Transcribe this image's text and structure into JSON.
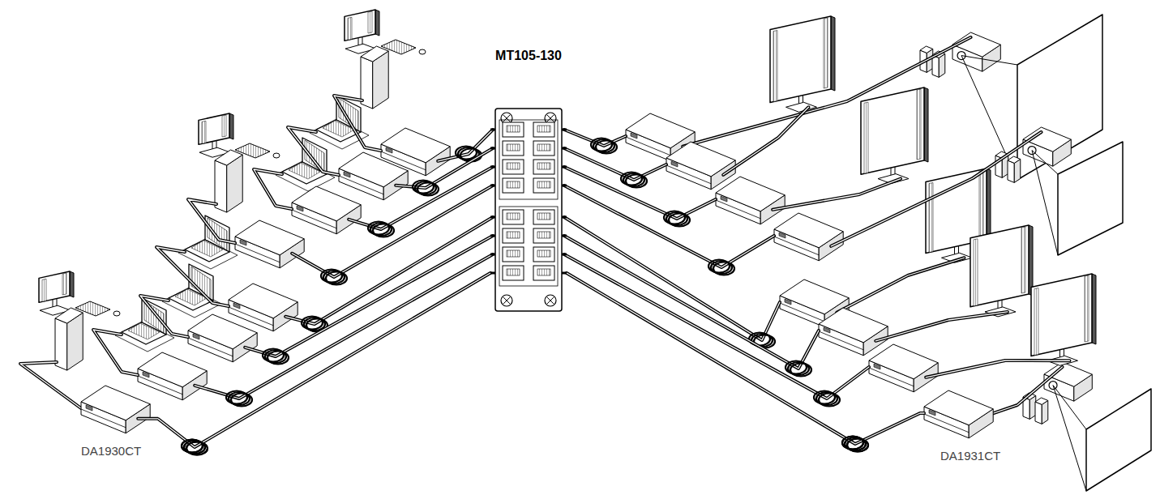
{
  "diagram": {
    "nodes": [
      {
        "text": [
          "MT105-130"
        ]
      },
      {
        "text": [
          "DA1930CT"
        ]
      },
      {
        "text": [
          "DA1931CT"
        ]
      }
    ],
    "edges": [
      {
        "from": 1,
        "to": 0,
        "arrow": "none"
      },
      {
        "from": 0,
        "to": 2,
        "arrow": "none"
      }
    ]
  }
}
